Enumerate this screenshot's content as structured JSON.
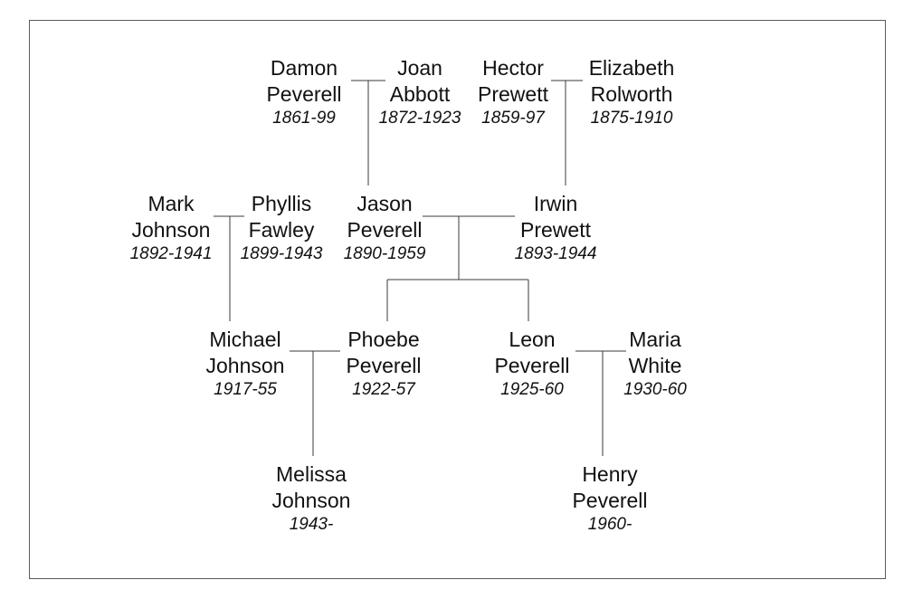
{
  "tree": {
    "people": {
      "damon": {
        "first": "Damon",
        "last": "Peverell",
        "dates": "1861-99"
      },
      "joan": {
        "first": "Joan",
        "last": "Abbott",
        "dates": "1872-1923"
      },
      "hector": {
        "first": "Hector",
        "last": "Prewett",
        "dates": "1859-97"
      },
      "elizabeth": {
        "first": "Elizabeth",
        "last": "Rolworth",
        "dates": "1875-1910"
      },
      "mark": {
        "first": "Mark",
        "last": "Johnson",
        "dates": "1892-1941"
      },
      "phyllis": {
        "first": "Phyllis",
        "last": "Fawley",
        "dates": "1899-1943"
      },
      "jason": {
        "first": "Jason",
        "last": "Peverell",
        "dates": "1890-1959"
      },
      "irwin": {
        "first": "Irwin",
        "last": "Prewett",
        "dates": "1893-1944"
      },
      "michael": {
        "first": "Michael",
        "last": "Johnson",
        "dates": "1917-55"
      },
      "phoebe": {
        "first": "Phoebe",
        "last": "Peverell",
        "dates": "1922-57"
      },
      "leon": {
        "first": "Leon",
        "last": "Peverell",
        "dates": "1925-60"
      },
      "maria": {
        "first": "Maria",
        "last": "White",
        "dates": "1930-60"
      },
      "melissa": {
        "first": "Melissa",
        "last": "Johnson",
        "dates": "1943-"
      },
      "henry": {
        "first": "Henry",
        "last": "Peverell",
        "dates": "1960-"
      }
    },
    "marriages": [
      {
        "spouses": [
          "damon",
          "joan"
        ],
        "children": [
          "jason"
        ]
      },
      {
        "spouses": [
          "hector",
          "elizabeth"
        ],
        "children": [
          "irwin"
        ]
      },
      {
        "spouses": [
          "mark",
          "phyllis"
        ],
        "children": [
          "michael"
        ]
      },
      {
        "spouses": [
          "jason",
          "irwin"
        ],
        "children": [
          "phoebe",
          "leon"
        ]
      },
      {
        "spouses": [
          "michael",
          "phoebe"
        ],
        "children": [
          "melissa"
        ]
      },
      {
        "spouses": [
          "leon",
          "maria"
        ],
        "children": [
          "henry"
        ]
      }
    ]
  },
  "colors": {
    "text": "#111111",
    "line": "#3a3a3a",
    "frame": "#5a5a5a",
    "background": "#ffffff"
  }
}
